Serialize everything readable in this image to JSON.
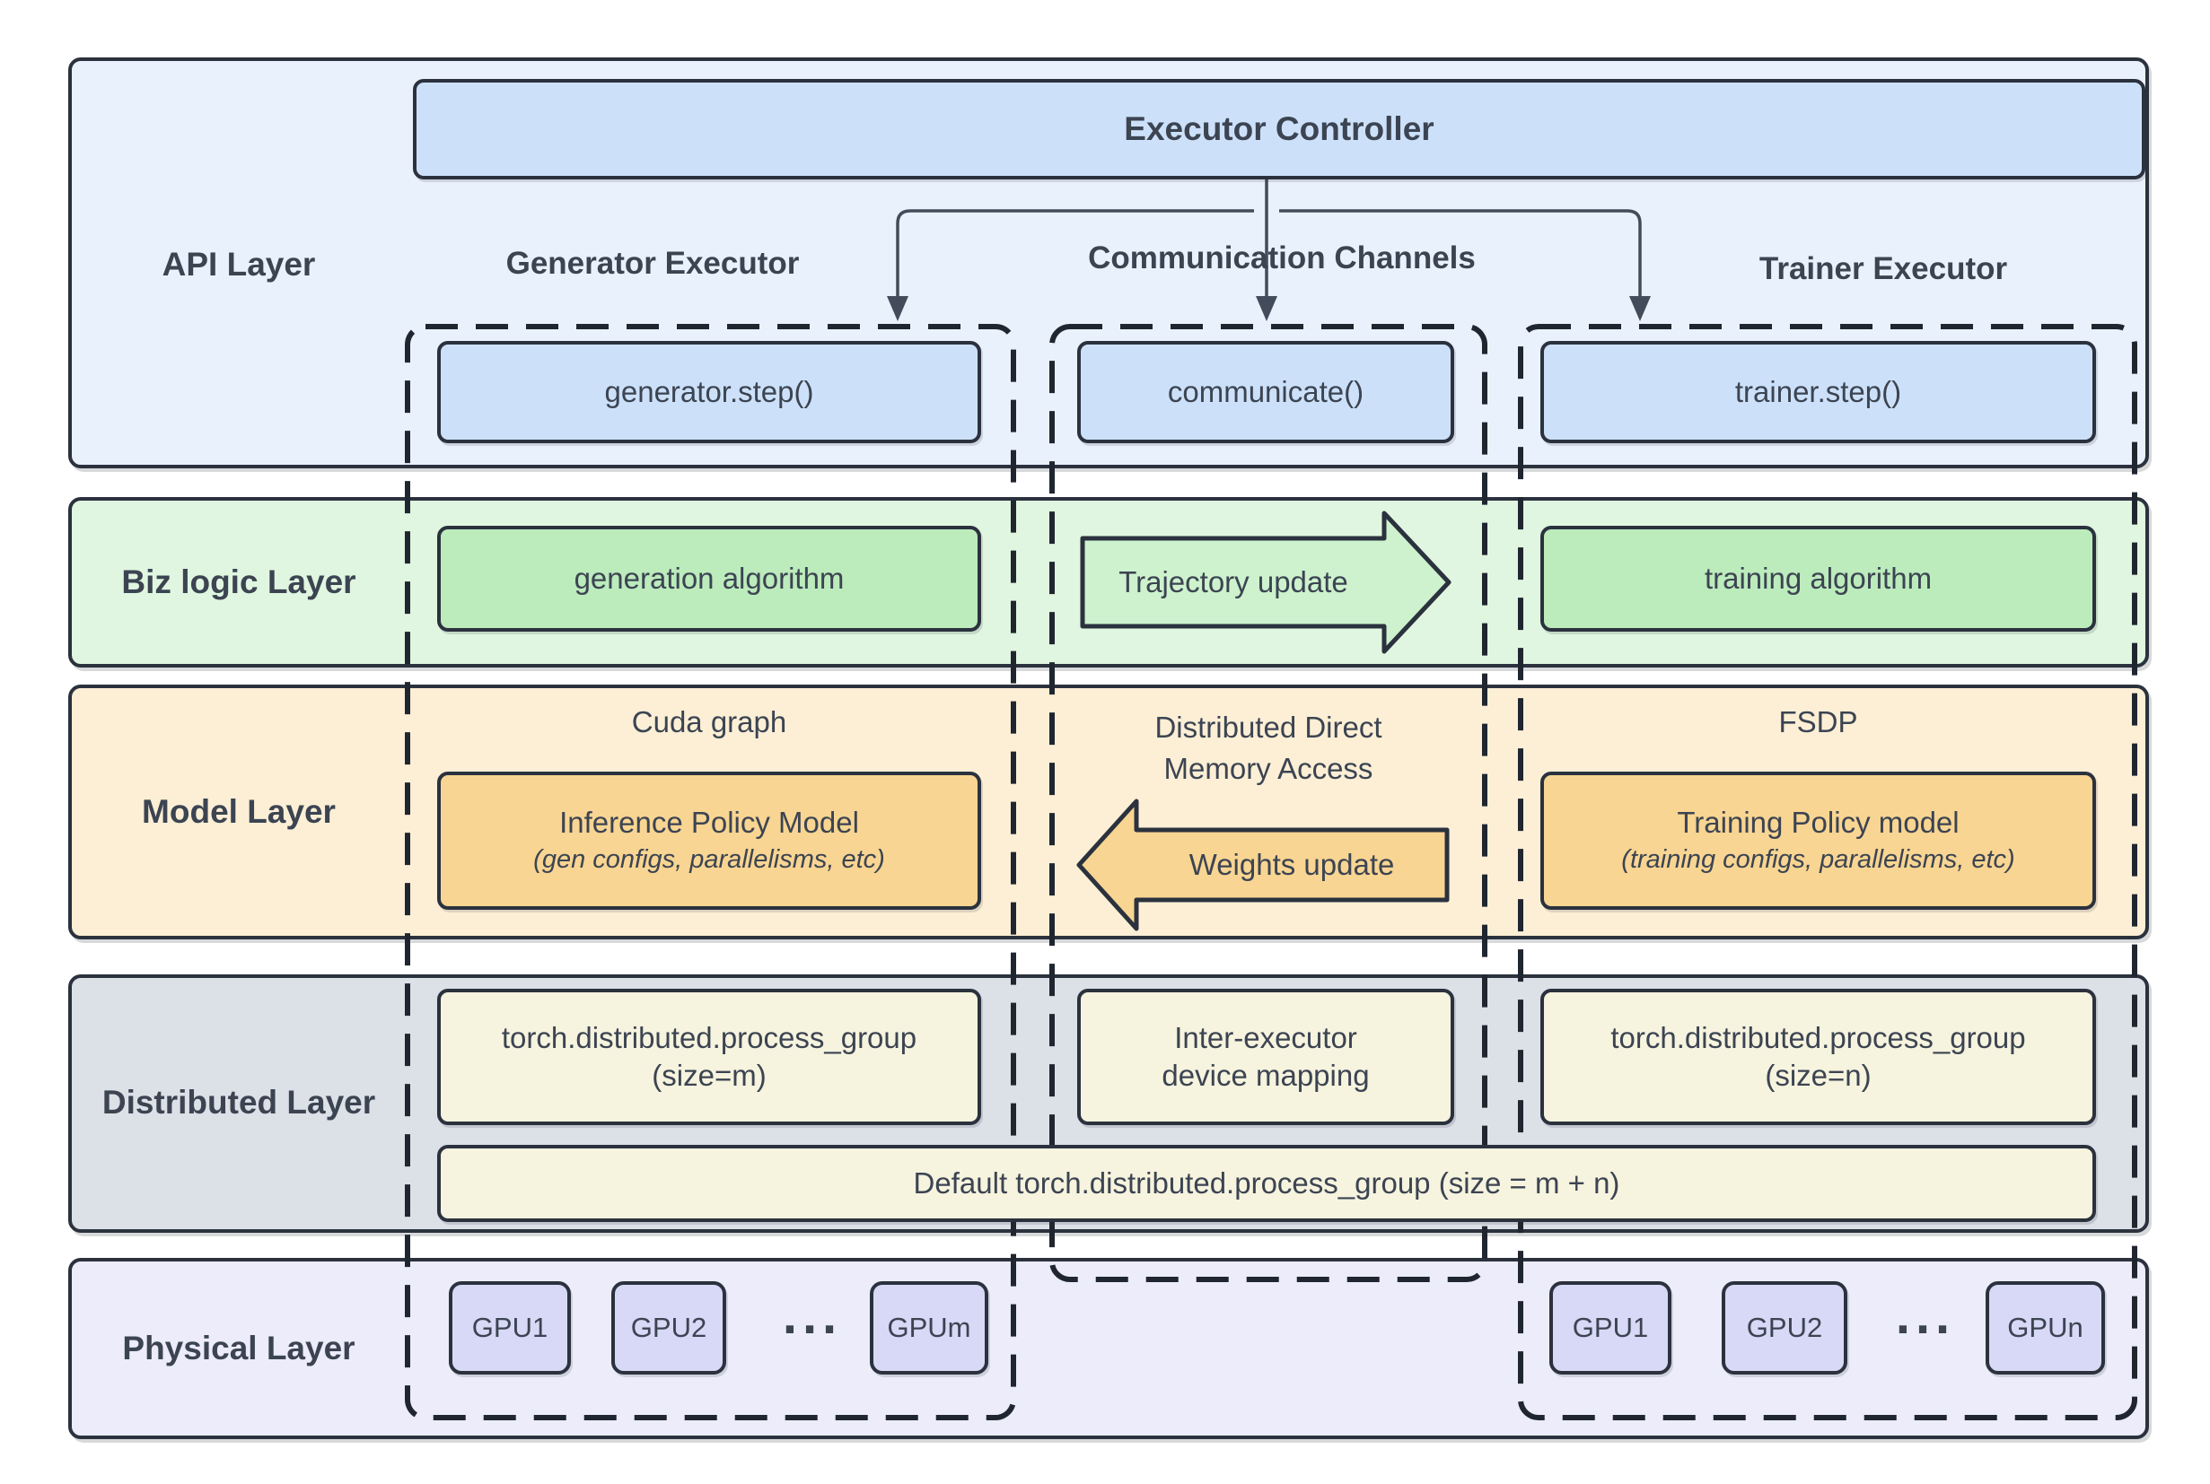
{
  "layer_labels": {
    "api": "API Layer",
    "biz": "Biz logic Layer",
    "model": "Model Layer",
    "distributed": "Distributed Layer",
    "physical": "Physical Layer"
  },
  "api_layer": {
    "controller": "Executor Controller",
    "generator_header": "Generator Executor",
    "communication_header": "Communication Channels",
    "trainer_header": "Trainer Executor",
    "generator_step": "generator.step()",
    "communicate": "communicate()",
    "trainer_step": "trainer.step()"
  },
  "biz_layer": {
    "generation_algorithm": "generation algorithm",
    "trajectory_update": "Trajectory update",
    "training_algorithm": "training algorithm"
  },
  "model_layer": {
    "cuda_graph": "Cuda graph",
    "inference_model_title": "Inference Policy Model",
    "inference_model_details": "(gen configs, parallelisms, etc)",
    "dma_line1": "Distributed Direct",
    "dma_line2": "Memory Access",
    "weights_update": "Weights update",
    "fsdp": "FSDP",
    "training_model_title": "Training Policy model",
    "training_model_details": "(training configs, parallelisms, etc)"
  },
  "distributed_layer": {
    "generator_pg_line1": "torch.distributed.process_group",
    "generator_pg_line2": "(size=m)",
    "mapping_line1": "Inter-executor",
    "mapping_line2": "device mapping",
    "trainer_pg_line1": "torch.distributed.process_group",
    "trainer_pg_line2": "(size=n)",
    "default_pg": "Default torch.distributed.process_group (size = m + n)"
  },
  "physical_layer": {
    "generator_gpus": [
      "GPU1",
      "GPU2",
      "GPUm"
    ],
    "trainer_gpus": [
      "GPU1",
      "GPU2",
      "GPUn"
    ],
    "ellipsis": "..."
  },
  "colors": {
    "outline": "#2b323e",
    "text": "#3c4452",
    "api_band": "#e9f1fc",
    "api_box": "#cce1f9",
    "biz_band": "#e0f6e0",
    "biz_box": "#bcebbc",
    "biz_arrow": "#cdf2cd",
    "model_band": "#fcefd5",
    "model_box": "#f8d592",
    "dist_band": "#dce0e7",
    "dist_box": "#f6f3de",
    "phys_band": "#ececfa",
    "phys_box": "#d7d9f6"
  }
}
